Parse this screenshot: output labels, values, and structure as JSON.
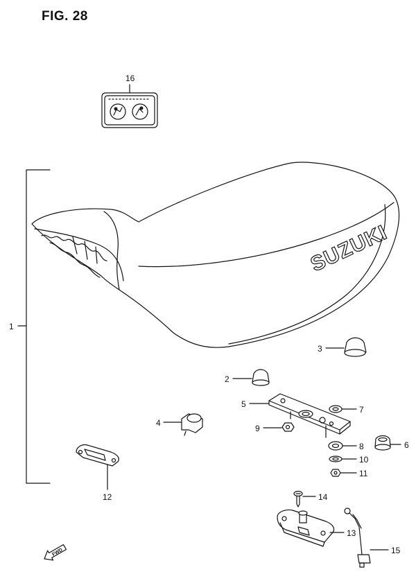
{
  "figure": {
    "title": "FIG. 28"
  },
  "brand_text": "SUZUKI",
  "fwd_text": "FWD",
  "callouts": [
    {
      "id": "1",
      "label": "1"
    },
    {
      "id": "2",
      "label": "2"
    },
    {
      "id": "3",
      "label": "3"
    },
    {
      "id": "4",
      "label": "4"
    },
    {
      "id": "5",
      "label": "5"
    },
    {
      "id": "6",
      "label": "6"
    },
    {
      "id": "7",
      "label": "7"
    },
    {
      "id": "8",
      "label": "8"
    },
    {
      "id": "9",
      "label": "9"
    },
    {
      "id": "10",
      "label": "10"
    },
    {
      "id": "11",
      "label": "11"
    },
    {
      "id": "12",
      "label": "12"
    },
    {
      "id": "13",
      "label": "13"
    },
    {
      "id": "14",
      "label": "14"
    },
    {
      "id": "15",
      "label": "15"
    },
    {
      "id": "16",
      "label": "16"
    }
  ]
}
